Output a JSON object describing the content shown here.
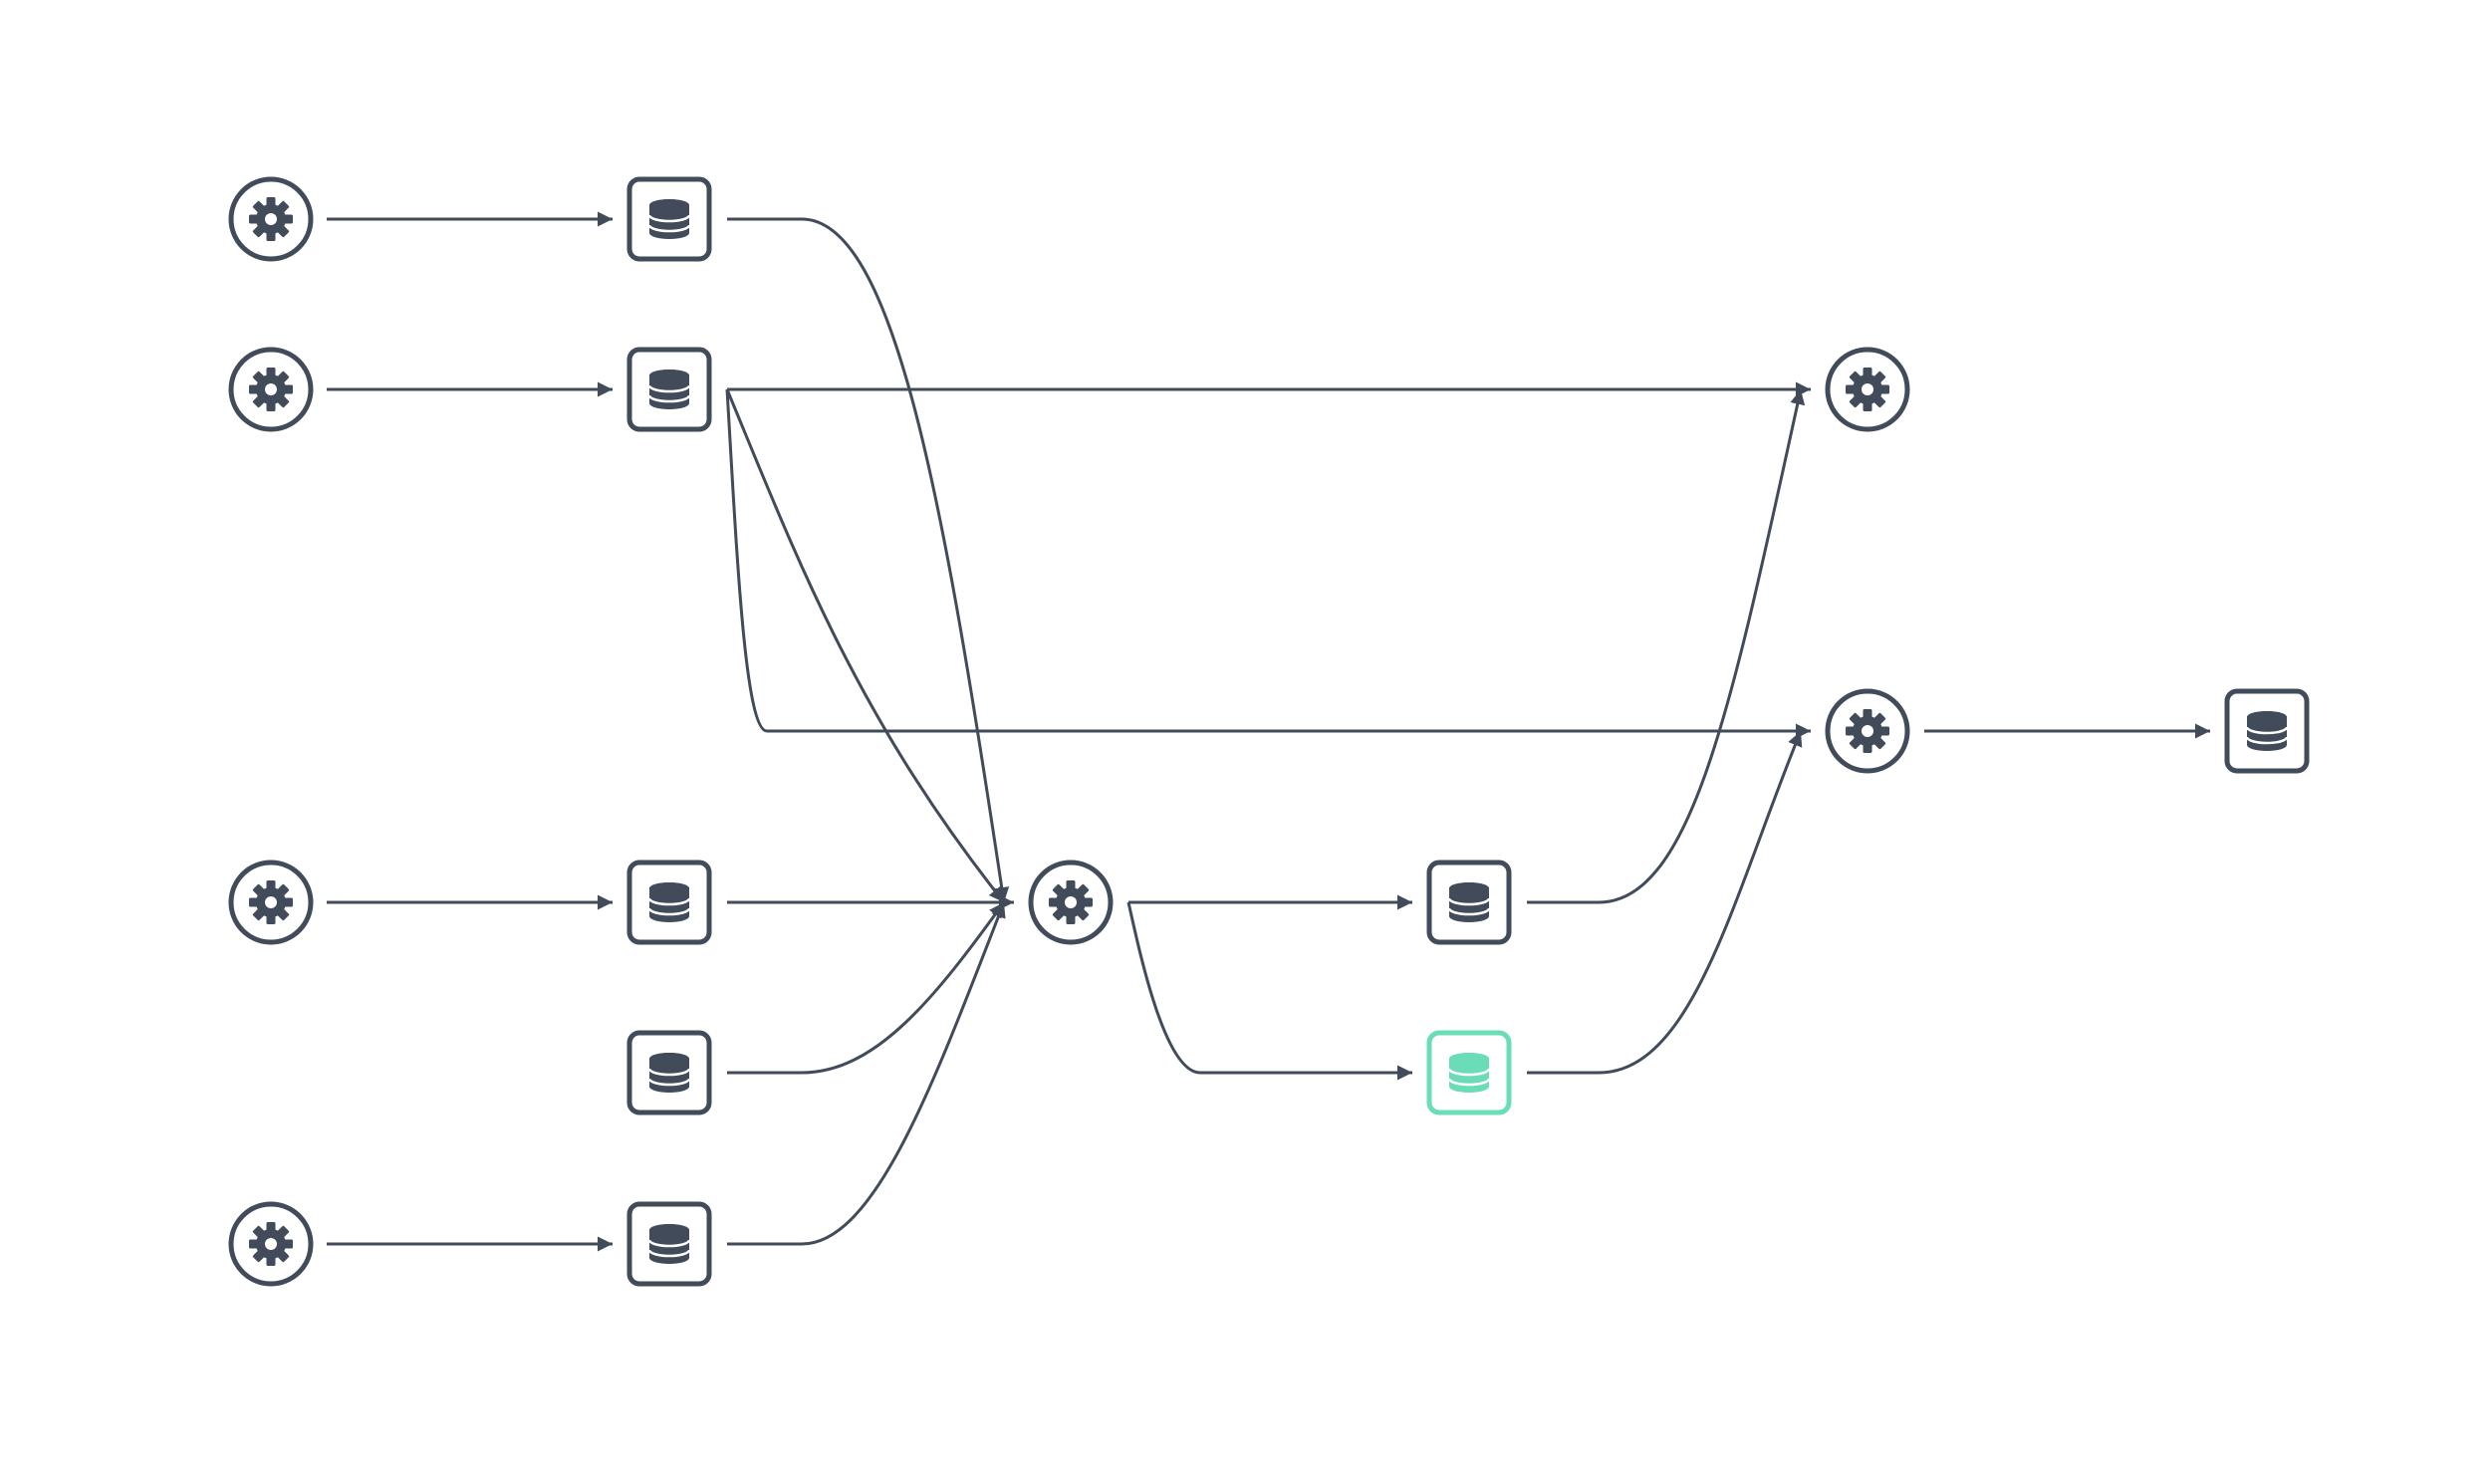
{
  "colors": {
    "stroke": "#414b59",
    "highlight": "#6bdcb8",
    "background": "#ffffff"
  },
  "nodes": [
    {
      "id": "job-1",
      "kind": "job",
      "icon": "gear-icon"
    },
    {
      "id": "job-2",
      "kind": "job",
      "icon": "gear-icon"
    },
    {
      "id": "job-3",
      "kind": "job",
      "icon": "gear-icon"
    },
    {
      "id": "job-4",
      "kind": "job",
      "icon": "gear-icon"
    },
    {
      "id": "dataset-1",
      "kind": "dataset",
      "icon": "database-icon"
    },
    {
      "id": "dataset-2",
      "kind": "dataset",
      "icon": "database-icon"
    },
    {
      "id": "dataset-3",
      "kind": "dataset",
      "icon": "database-icon"
    },
    {
      "id": "dataset-4",
      "kind": "dataset",
      "icon": "database-icon"
    },
    {
      "id": "dataset-5",
      "kind": "dataset",
      "icon": "database-icon"
    },
    {
      "id": "job-center",
      "kind": "job",
      "icon": "gear-icon"
    },
    {
      "id": "dataset-center-out",
      "kind": "dataset",
      "icon": "database-icon"
    },
    {
      "id": "dataset-selected",
      "kind": "dataset",
      "icon": "database-icon",
      "selected": true
    },
    {
      "id": "job-top-right",
      "kind": "job",
      "icon": "gear-icon"
    },
    {
      "id": "job-mid-right",
      "kind": "job",
      "icon": "gear-icon"
    },
    {
      "id": "dataset-final",
      "kind": "dataset",
      "icon": "database-icon"
    }
  ],
  "edges": [
    {
      "from": "job-1",
      "to": "dataset-1"
    },
    {
      "from": "job-2",
      "to": "dataset-2"
    },
    {
      "from": "job-3",
      "to": "dataset-3"
    },
    {
      "from": "job-4",
      "to": "dataset-5"
    },
    {
      "from": "dataset-1",
      "to": "job-center"
    },
    {
      "from": "dataset-2",
      "to": "job-center"
    },
    {
      "from": "dataset-3",
      "to": "job-center"
    },
    {
      "from": "dataset-4",
      "to": "job-center"
    },
    {
      "from": "dataset-5",
      "to": "job-center"
    },
    {
      "from": "dataset-2",
      "to": "job-top-right"
    },
    {
      "from": "dataset-2",
      "to": "job-mid-right"
    },
    {
      "from": "job-center",
      "to": "dataset-center-out"
    },
    {
      "from": "job-center",
      "to": "dataset-selected"
    },
    {
      "from": "dataset-center-out",
      "to": "job-top-right"
    },
    {
      "from": "dataset-selected",
      "to": "job-mid-right"
    },
    {
      "from": "job-mid-right",
      "to": "dataset-final"
    }
  ]
}
